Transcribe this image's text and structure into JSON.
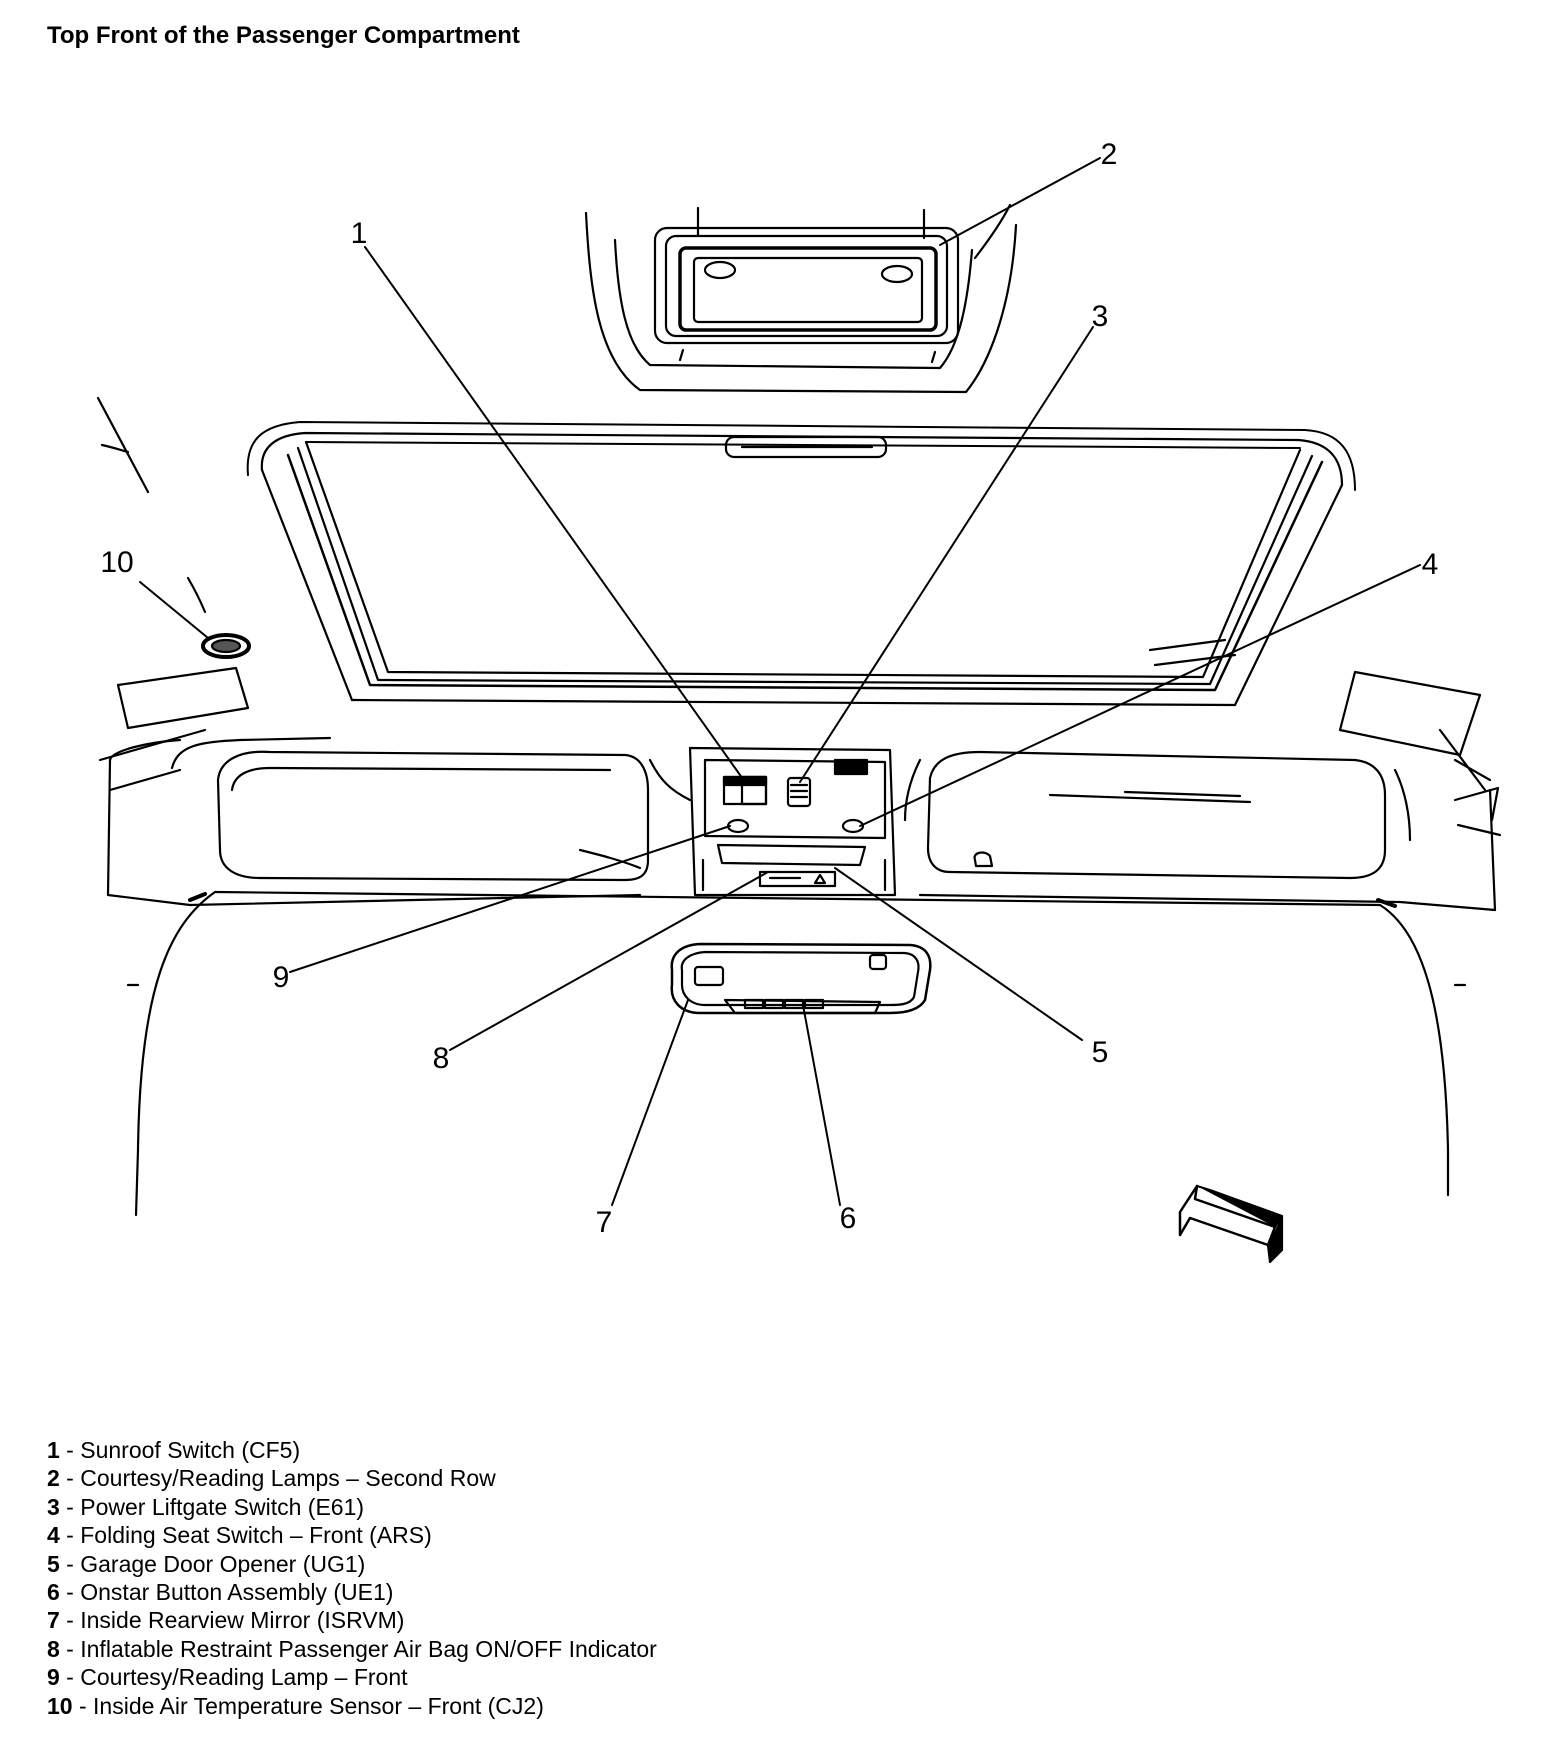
{
  "title": "Top Front of the Passenger Compartment",
  "callouts": [
    "1",
    "2",
    "3",
    "4",
    "5",
    "6",
    "7",
    "8",
    "9",
    "10"
  ],
  "legend": [
    {
      "num": "1",
      "sep": " - ",
      "label": "Sunroof Switch (CF5)"
    },
    {
      "num": "2",
      "sep": " - ",
      "label": "Courtesy/Reading Lamps – Second Row"
    },
    {
      "num": "3",
      "sep": " - ",
      "label": "Power Liftgate Switch (E61)"
    },
    {
      "num": "4",
      "sep": " - ",
      "label": "Folding Seat Switch – Front (ARS)"
    },
    {
      "num": "5",
      "sep": " - ",
      "label": "Garage Door Opener (UG1)"
    },
    {
      "num": "6",
      "sep": " - ",
      "label": "Onstar Button Assembly (UE1)"
    },
    {
      "num": "7",
      "sep": " - ",
      "label": "Inside Rearview Mirror (ISRVM)"
    },
    {
      "num": "8",
      "sep": " - ",
      "label": "Inflatable Restraint Passenger Air Bag ON/OFF Indicator"
    },
    {
      "num": "9",
      "sep": " - ",
      "label": "Courtesy/Reading Lamp – Front"
    },
    {
      "num": "10",
      "sep": " - ",
      "label": "Inside Air Temperature Sensor – Front (CJ2)"
    }
  ]
}
